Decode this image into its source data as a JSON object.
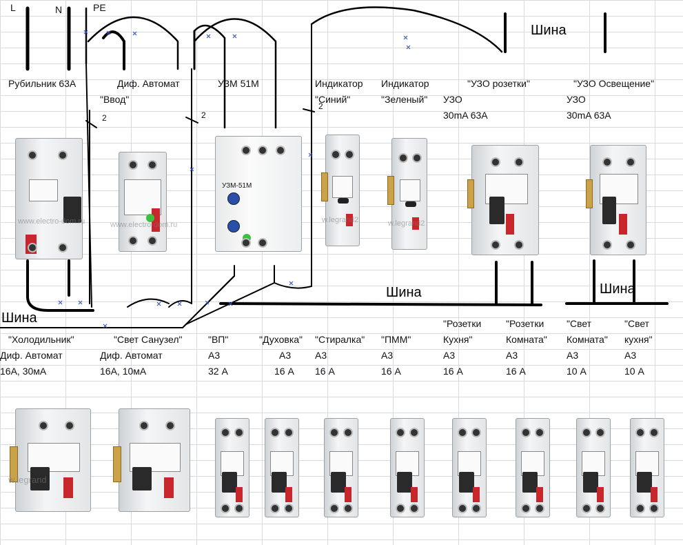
{
  "top_labels": {
    "L": "L",
    "N": "N",
    "PE": "PE",
    "rubilnik": "Рубильник 63А",
    "dif_avtomat": "Диф. Автомат",
    "vvod": "\"Ввод\"",
    "uzm": "УЗМ 51М",
    "ind_blue_1": "Индикатор",
    "ind_blue_2": "\"Синий\"",
    "ind_green_1": "Индикатор",
    "ind_green_2": "\"Зеленый\"",
    "uzo_sockets_1": "\"УЗО розетки\"",
    "uzo_sockets_2": "УЗО",
    "uzo_sockets_3": "30mA 63A",
    "uzo_light_1": "\"УЗО Освещение\"",
    "uzo_light_2": "УЗО",
    "uzo_light_3": "30mA 63A"
  },
  "wire_counts": {
    "c1": "2",
    "c2": "2",
    "c3": "2"
  },
  "busbars": {
    "top": "Шина",
    "middle": "Шина",
    "left": "Шина",
    "right": "Шина"
  },
  "uzm_face": "УЗМ-51М",
  "watermarks": {
    "w1": "www.electro-dom.ru",
    "w2": "www.electro-dom.ru",
    "w3": "w.legrand2",
    "w4": "w.legrand2",
    "w5": "w.legrand"
  },
  "breakers": [
    {
      "name": "\"Холодильник\"",
      "type": "Диф. Автомат",
      "rating": "16А, 30мА"
    },
    {
      "name": "\"Свет Санузел\"",
      "type": "Диф. Автомат",
      "rating": "16А, 10мА"
    },
    {
      "name": "\"ВП\"",
      "type": "А3",
      "rating": "32 А"
    },
    {
      "name": "\"Духовка\"",
      "type": "А3",
      "rating": "16 А"
    },
    {
      "name": "\"Стиралка\"",
      "type": "А3",
      "rating": "16 А"
    },
    {
      "name": "\"ПММ\"",
      "type": "А3",
      "rating": "16 А"
    },
    {
      "name1": "\"Розетки",
      "name2": "Кухня\"",
      "type": "А3",
      "rating": "16 А"
    },
    {
      "name1": "\"Розетки",
      "name2": "Комната\"",
      "type": "А3",
      "rating": "16 А"
    },
    {
      "name1": "\"Свет",
      "name2": "Комната\"",
      "type": "А3",
      "rating": "10 А"
    },
    {
      "name1": "\"Свет",
      "name2": "кухня\"",
      "type": "А3",
      "rating": "10 А"
    }
  ],
  "colors": {
    "grid": "#d6dbe3",
    "wire": "#000000",
    "label_red": "#c8262d",
    "knob_blue": "#2a4fa8",
    "lamp_green": "#3fbf3f"
  }
}
